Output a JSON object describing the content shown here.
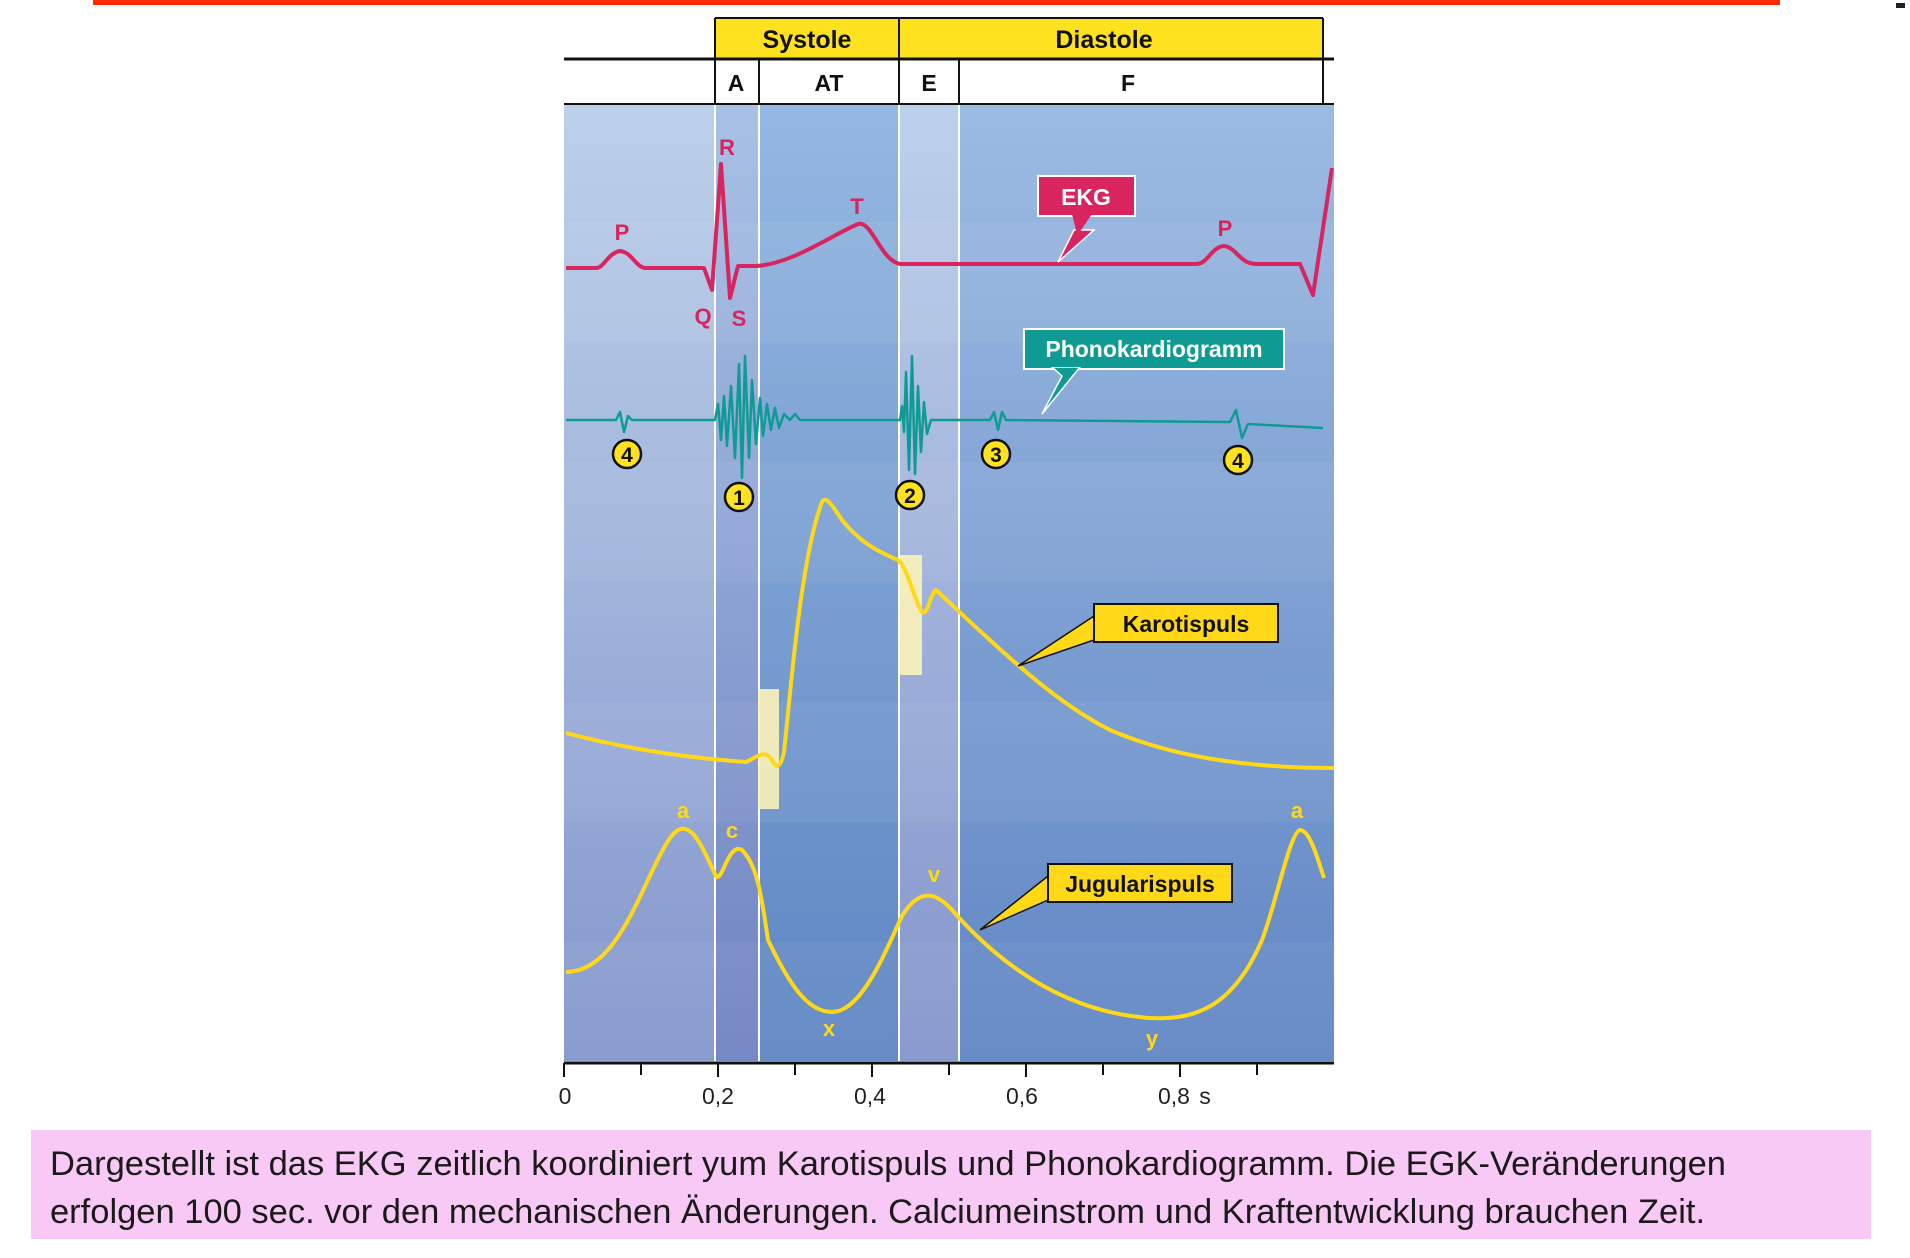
{
  "header": {
    "systole": "Systole",
    "diastole": "Diastole",
    "phase_a": "A",
    "phase_at": "AT",
    "phase_e": "E",
    "phase_f": "F"
  },
  "chart_data": {
    "type": "line",
    "xlabel": "s",
    "x_ticks": [
      "0",
      "0,2",
      "0,4",
      "0,6",
      "0,8"
    ],
    "xlim": [
      0,
      1.0
    ],
    "phases": [
      {
        "label": "A",
        "from": 0.2,
        "to": 0.258
      },
      {
        "label": "AT",
        "from": 0.258,
        "to": 0.44
      },
      {
        "label": "E",
        "from": 0.44,
        "to": 0.52
      },
      {
        "label": "F",
        "from": 0.52,
        "to": 1.0
      }
    ],
    "series": [
      {
        "name": "EKG",
        "color": "#d8255f",
        "labels": [
          {
            "text": "P",
            "t": 0.075
          },
          {
            "text": "Q",
            "t": 0.183
          },
          {
            "text": "R",
            "t": 0.213
          },
          {
            "text": "S",
            "t": 0.228
          },
          {
            "text": "T",
            "t": 0.383
          },
          {
            "text": "P",
            "t": 0.87
          }
        ]
      },
      {
        "name": "Phonokardiogramm",
        "color": "#0f9b94",
        "heart_sounds": [
          {
            "number": "4",
            "t": 0.08
          },
          {
            "number": "1",
            "t": 0.227
          },
          {
            "number": "2",
            "t": 0.454
          },
          {
            "number": "3",
            "t": 0.566
          },
          {
            "number": "4",
            "t": 0.884
          }
        ]
      },
      {
        "name": "Karotispuls",
        "color": "#ffd817"
      },
      {
        "name": "Jugularispuls",
        "color": "#ffd817",
        "labels": [
          {
            "text": "a",
            "t": 0.155
          },
          {
            "text": "c",
            "t": 0.222
          },
          {
            "text": "x",
            "t": 0.35
          },
          {
            "text": "v",
            "t": 0.484
          },
          {
            "text": "y",
            "t": 0.77
          },
          {
            "text": "a",
            "t": 0.965
          }
        ]
      }
    ]
  },
  "callouts": {
    "ekg": "EKG",
    "phono": "Phonokardiogramm",
    "karotis": "Karotispuls",
    "jugularis": "Jugularispuls"
  },
  "caption": {
    "line1": "Dargestellt ist das EKG zeitlich koordiniert yum Karotispuls und Phonokardiogramm. Die EGK-Veränderungen",
    "line2": "erfolgen 100 sec. vor den mechanischen Änderungen. Calciumeinstrom und Kraftentwicklung brauchen Zeit."
  },
  "colors": {
    "accent_bar": "#ff2a00",
    "header_fill": "#ffe21f",
    "ekg": "#d8255f",
    "phono": "#0f9b94",
    "pulse": "#ffd817",
    "caption_bg": "#f9c9f6"
  }
}
